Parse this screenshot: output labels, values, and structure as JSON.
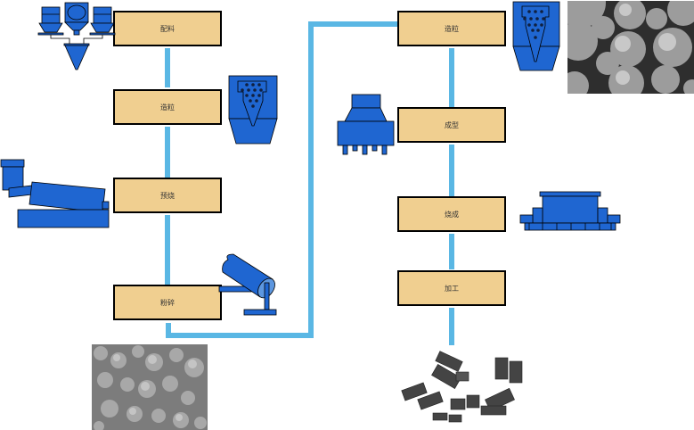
{
  "title": "铁氧体生产工艺流程",
  "colors": {
    "box_fill": "#f0cf90",
    "box_border": "#000000",
    "connector": "#5ab7e4",
    "equipment": "#1f66d1"
  },
  "left_column": {
    "steps": [
      {
        "label": "配料",
        "equipment": "dosing-hoppers-icon"
      },
      {
        "label": "造粒",
        "equipment": "granulator-icon"
      },
      {
        "label": "预烧",
        "equipment": "rotary-kiln-icon"
      },
      {
        "label": "粉碎",
        "equipment": "ball-mill-icon"
      }
    ],
    "image": "powder-micrograph"
  },
  "right_column": {
    "steps": [
      {
        "label": "造粒",
        "equipment": "granulator-icon"
      },
      {
        "label": "成型",
        "equipment": "press-icon"
      },
      {
        "label": "烧成",
        "equipment": "sintering-furnace-icon"
      },
      {
        "label": "加工",
        "equipment": ""
      }
    ],
    "images": [
      "granule-micrograph",
      "ferrite-cores-photo"
    ]
  }
}
